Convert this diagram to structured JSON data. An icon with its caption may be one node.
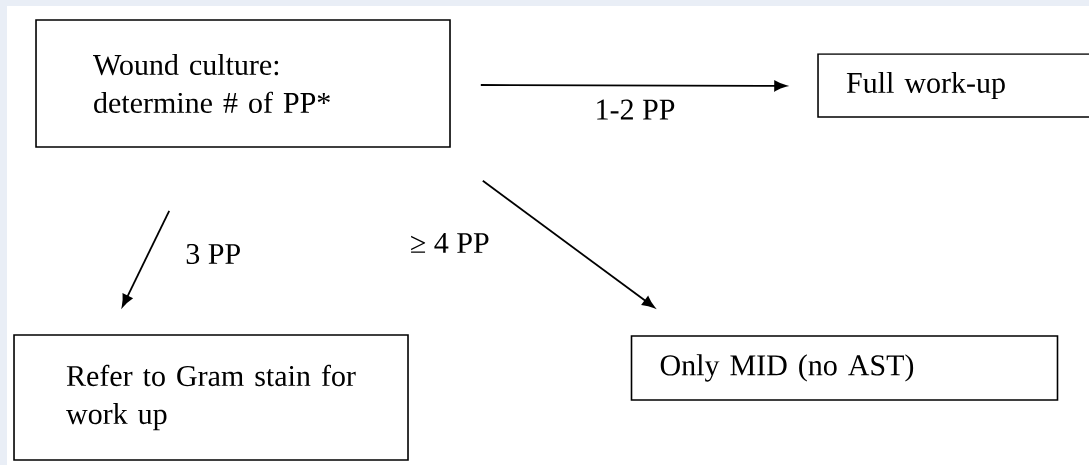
{
  "diagram": {
    "nodes": [
      {
        "text": [
          "Wound culture: determine # of PP*"
        ]
      },
      {
        "text": [
          "Full work-up"
        ]
      },
      {
        "text": [
          "Refer to Gram stain for work up"
        ]
      },
      {
        "text": [
          "Only MID (no AST)"
        ]
      }
    ],
    "edges": [
      {
        "from": 0,
        "to": 1,
        "arrow": "to",
        "label": "1-2 PP"
      },
      {
        "from": 0,
        "to": 2,
        "arrow": "to",
        "label": "3 PP"
      },
      {
        "from": 0,
        "to": 3,
        "arrow": "to",
        "label": "≥ 4 PP"
      }
    ]
  }
}
